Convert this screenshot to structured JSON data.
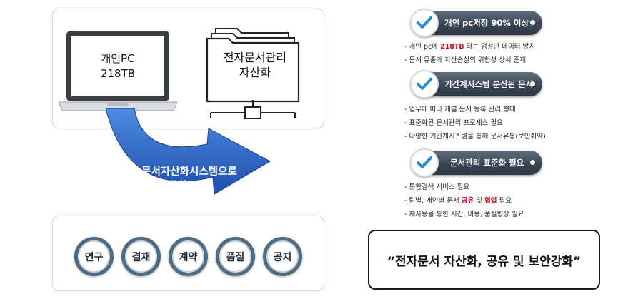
{
  "left": {
    "laptop": {
      "line1": "개인PC",
      "line2": "218TB"
    },
    "folder": {
      "line1": "전자문서관리",
      "line2": "자산화"
    },
    "arrow": {
      "line1": "문서자산화시스템으로",
      "line2": "통합 관리"
    },
    "circles": [
      "연구",
      "결재",
      "계약",
      "품질",
      "공지"
    ]
  },
  "right": {
    "sections": [
      {
        "title": "개인 pc저장 90% 이상",
        "bullets": [
          {
            "pre": "- 개인 pc에 ",
            "hl": "218TB",
            "mid": " 라는 엄청난 데이터 방치",
            "hl2": "",
            "post": ""
          },
          {
            "pre": "- 문서 유출과 자산손실의 위험성 상시 존재",
            "hl": "",
            "mid": "",
            "hl2": "",
            "post": ""
          }
        ]
      },
      {
        "title": "기간계시스템 분산된 문서",
        "bullets": [
          {
            "pre": "- 업무에 따라 개별 문서 등록 관리 형태",
            "hl": "",
            "mid": "",
            "hl2": "",
            "post": ""
          },
          {
            "pre": "- 표준화된 문서관리 프로세스 필요",
            "hl": "",
            "mid": "",
            "hl2": "",
            "post": ""
          },
          {
            "pre": "- 다양한 기간계시스템을 통해 문서유통(보안취약)",
            "hl": "",
            "mid": "",
            "hl2": "",
            "post": ""
          }
        ]
      },
      {
        "title": "문서관리 표준화 필요",
        "bullets": [
          {
            "pre": "- 통합검색 서비스 필요",
            "hl": "",
            "mid": "",
            "hl2": "",
            "post": ""
          },
          {
            "pre": "- 팀별, 개인별 문서 ",
            "hl": "공유",
            "mid": " 및 ",
            "hl2": "협업",
            "post": " 필요"
          },
          {
            "pre": "- 재사용을 통한 시간, 비용, 품질향상 필요",
            "hl": "",
            "mid": "",
            "hl2": "",
            "post": ""
          }
        ]
      }
    ],
    "quote": "“전자문서 자산화, 공유 및 보안강화”"
  },
  "colors": {
    "arrow_blue": "#2a63c8",
    "pill_dark": "#3a4655",
    "check_blue": "#2b8fc9",
    "highlight_red": "#d0021b",
    "circle_ring": "#4f6b82"
  },
  "icons": [
    "laptop-icon",
    "folder-stack-icon",
    "network-icon",
    "curved-arrow-icon",
    "check-icon"
  ]
}
